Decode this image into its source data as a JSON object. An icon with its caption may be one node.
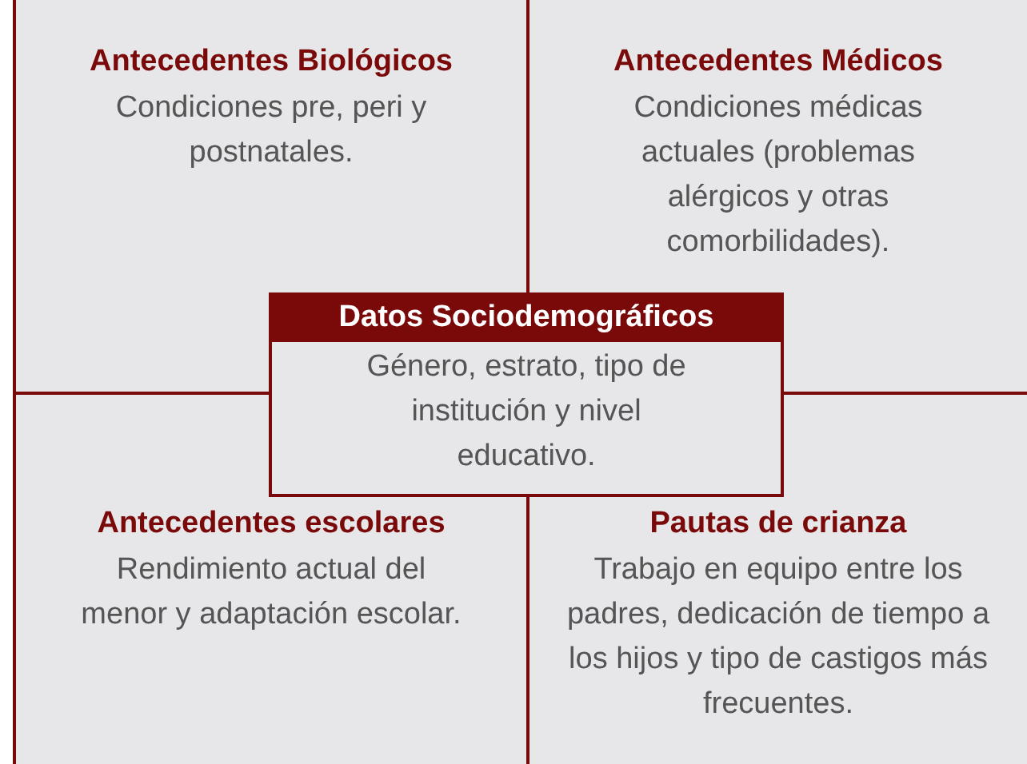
{
  "diagram": {
    "nodes": [
      {
        "text": [
          "Antecedentes Biológicos",
          "Condiciones pre, peri y postnatales."
        ]
      },
      {
        "text": [
          "Antecedentes Médicos",
          "Condiciones  médicas actuales (problemas alérgicos y otras comorbilidades)."
        ]
      },
      {
        "text": [
          "Datos Sociodemográficos",
          "Género, estrato, tipo de institución y nivel educativo."
        ]
      },
      {
        "text": [
          "Antecedentes escolares",
          "Rendimiento actual del menor y adaptación escolar."
        ]
      },
      {
        "text": [
          "Pautas de crianza",
          "Trabajo en equipo entre los padres, dedicación de tiempo a los hijos y tipo de castigos más frecuentes."
        ]
      }
    ]
  }
}
